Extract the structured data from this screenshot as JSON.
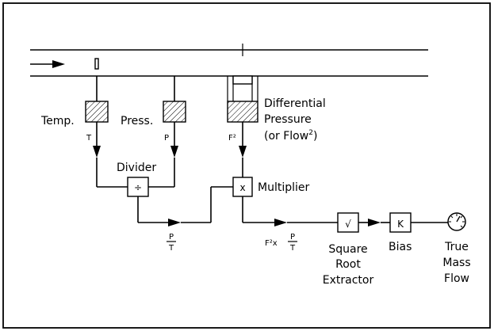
{
  "labels": {
    "temp": "Temp.",
    "press": "Press.",
    "dp_line1": "Differential",
    "dp_line2": "Pressure",
    "dp_line3": "(or Flow",
    "dp_line3_sup": "2",
    "dp_line3_close": ")",
    "t_signal": "T",
    "p_signal": "P",
    "f2_signal": "F²",
    "divider": "Divider",
    "divider_symbol": "÷",
    "multiplier": "Multiplier",
    "multiplier_symbol": "x",
    "ratio_num": "P",
    "ratio_den": "T",
    "product_prefix": "F²x",
    "product_num": "P",
    "product_den": "T",
    "sqrt_symbol": "√",
    "sqrt_line1": "Square",
    "sqrt_line2": "Root",
    "sqrt_line3": "Extractor",
    "bias_symbol": "K",
    "bias": "Bias",
    "out_line1": "True",
    "out_line2": "Mass",
    "out_line3": "Flow"
  },
  "icons": {
    "flow_arrow": "arrow-right",
    "output_gauge": "gauge-dial"
  }
}
